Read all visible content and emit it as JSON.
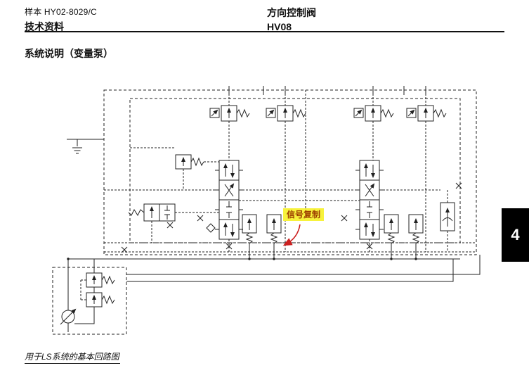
{
  "header": {
    "sample": "样本 HY02-8029/C",
    "tech_label": "技术资料",
    "title": "方向控制阀",
    "model": "HV08"
  },
  "section": {
    "title": "系统说明（变量泵）"
  },
  "diagram": {
    "annotation": "信号复制"
  },
  "side_tab": {
    "label": "4"
  },
  "footer": {
    "caption": "用于LS系统的基本回路图"
  },
  "colors": {
    "line": "#222222",
    "annotation_bg": "#f7f23c",
    "annotation_text": "#9c3d00",
    "annotation_arrow": "#cc2020",
    "tab_bg": "#000000",
    "tab_text": "#ffffff"
  }
}
